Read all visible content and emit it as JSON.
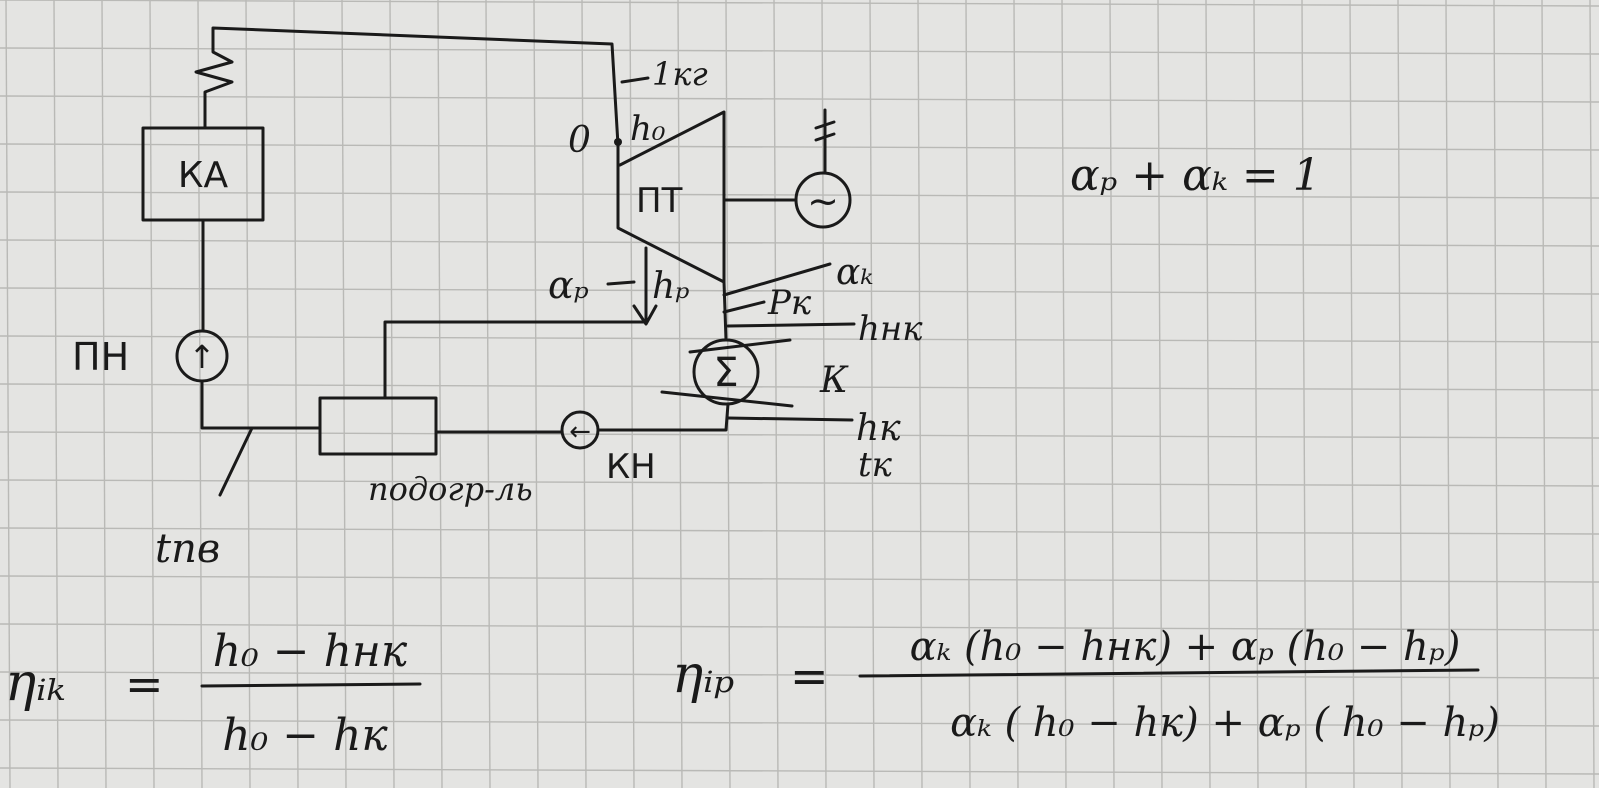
{
  "diagram": {
    "boiler_label": "КА",
    "turbine_label": "ПТ",
    "pump_label": "ПН",
    "condensate_pump_label": "КН",
    "heater_label": "подогр-ль",
    "condenser_label": "К",
    "mass_label": "1кг",
    "point_0": "0",
    "h0": "h₀",
    "alpha_p": "αₚ",
    "hp": "hₚ",
    "alpha_k": "αₖ",
    "pk": "Pк",
    "hnk": "hнк",
    "hk": "hк",
    "tk": "tк",
    "tpv": "tпв",
    "generator_symbol": "~",
    "pump_arrow": "↑",
    "cond_pump_arrow": "←",
    "condenser_symbol": "Σ"
  },
  "equations": {
    "balance": "αₚ + αₖ = 1",
    "eta_ik_lhs": "ηᵢₖ",
    "eta_ik_num": "h₀ − hнк",
    "eta_ik_den": "h₀ − hк",
    "eta_ip_lhs": "ηᵢₚ",
    "eta_ip_num": "αₖ (h₀ − hнк) + αₚ (h₀ − hₚ)",
    "eta_ip_den": "αₖ ( h₀ − hк) + αₚ ( h₀ − hₚ)",
    "equals": "="
  }
}
